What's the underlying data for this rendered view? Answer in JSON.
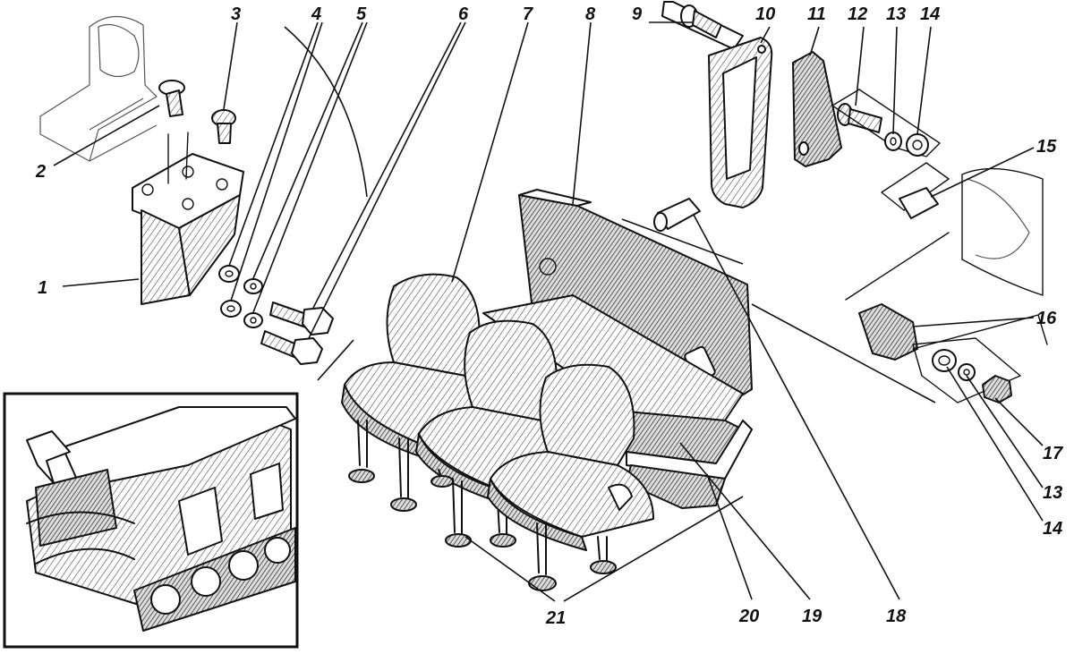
{
  "callouts": [
    {
      "id": "c1",
      "text": "1"
    },
    {
      "id": "c2",
      "text": "2"
    },
    {
      "id": "c3",
      "text": "3"
    },
    {
      "id": "c4",
      "text": "4"
    },
    {
      "id": "c5",
      "text": "5"
    },
    {
      "id": "c6",
      "text": "6"
    },
    {
      "id": "c7",
      "text": "7"
    },
    {
      "id": "c8",
      "text": "8"
    },
    {
      "id": "c9",
      "text": "9"
    },
    {
      "id": "c10",
      "text": "10"
    },
    {
      "id": "c11",
      "text": "11"
    },
    {
      "id": "c12",
      "text": "12"
    },
    {
      "id": "c13a",
      "text": "13"
    },
    {
      "id": "c14a",
      "text": "14"
    },
    {
      "id": "c15",
      "text": "15"
    },
    {
      "id": "c16",
      "text": "16"
    },
    {
      "id": "c17",
      "text": "17"
    },
    {
      "id": "c13b",
      "text": "13"
    },
    {
      "id": "c14b",
      "text": "14"
    },
    {
      "id": "c18",
      "text": "18"
    },
    {
      "id": "c19",
      "text": "19"
    },
    {
      "id": "c20",
      "text": "20"
    },
    {
      "id": "c21",
      "text": "21"
    }
  ],
  "colors": {
    "ink": "#111111",
    "paper": "#ffffff"
  }
}
